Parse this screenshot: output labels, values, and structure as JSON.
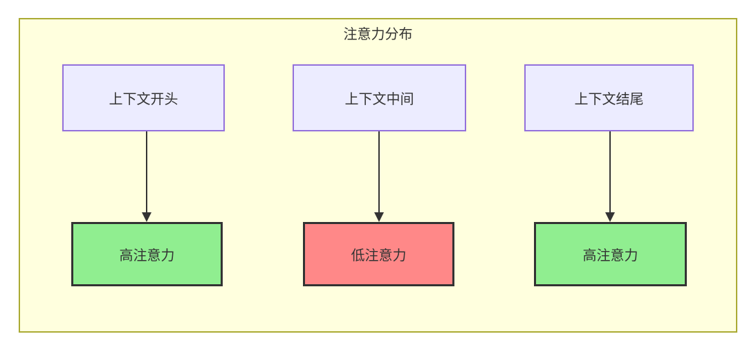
{
  "diagram": {
    "title": "注意力分布",
    "flows": [
      {
        "source": "上下文开头",
        "target": "高注意力",
        "level": "high"
      },
      {
        "source": "上下文中间",
        "target": "低注意力",
        "level": "low"
      },
      {
        "source": "上下文结尾",
        "target": "高注意力",
        "level": "high"
      }
    ],
    "colors": {
      "cluster_fill": "#ffffde",
      "cluster_stroke": "#aaaa33",
      "source_fill": "#ececff",
      "source_stroke": "#9370db",
      "high_fill": "#90ee90",
      "low_fill": "#ff8888",
      "node_stroke": "#333333",
      "arrow": "#333333",
      "text": "#333333"
    }
  }
}
